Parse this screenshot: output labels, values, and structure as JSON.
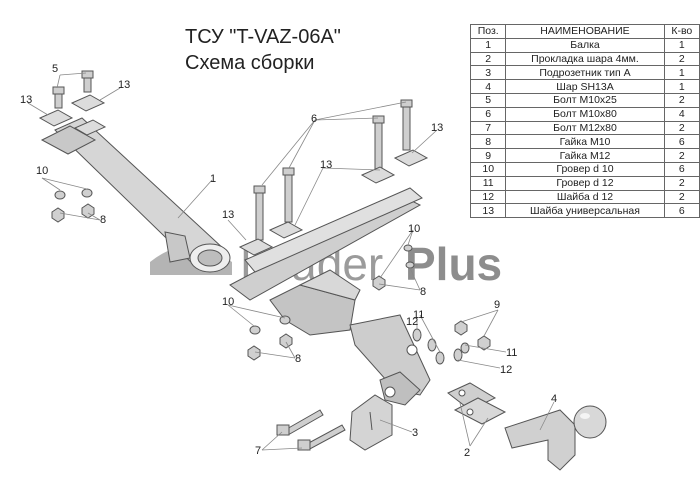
{
  "title": "ТСУ \"T-VAZ-06A\"",
  "subtitle": "Схема сборки",
  "watermark": {
    "text_light": "Leader",
    "text_bold": "Plus"
  },
  "table": {
    "headers": [
      "Поз.",
      "НАИМЕНОВАНИЕ",
      "К-во"
    ],
    "rows": [
      [
        "1",
        "Балка",
        "1"
      ],
      [
        "2",
        "Прокладка шара 4мм.",
        "2"
      ],
      [
        "3",
        "Подрозетник тип А",
        "1"
      ],
      [
        "4",
        "Шар SH13A",
        "1"
      ],
      [
        "5",
        "Болт M10x25",
        "2"
      ],
      [
        "6",
        "Болт M10x80",
        "4"
      ],
      [
        "7",
        "Болт M12x80",
        "2"
      ],
      [
        "8",
        "Гайка M10",
        "6"
      ],
      [
        "9",
        "Гайка M12",
        "2"
      ],
      [
        "10",
        "Гровер d 10",
        "6"
      ],
      [
        "11",
        "Гровер d 12",
        "2"
      ],
      [
        "12",
        "Шайба d 12",
        "2"
      ],
      [
        "13",
        "Шайба универсальная",
        "6"
      ]
    ]
  },
  "callouts": [
    "5",
    "13",
    "13",
    "6",
    "13",
    "10",
    "8",
    "1",
    "13",
    "13",
    "10",
    "8",
    "9",
    "11",
    "12",
    "10",
    "8",
    "11",
    "12",
    "4",
    "7",
    "3",
    "2"
  ],
  "colors": {
    "part_fill": "#dcdcdc",
    "part_stroke": "#555555",
    "text": "#222222",
    "watermark": "#8a8a8a"
  }
}
